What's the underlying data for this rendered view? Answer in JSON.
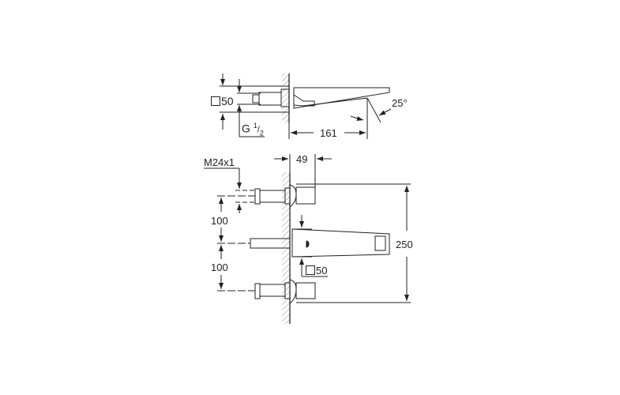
{
  "top_view": {
    "square_size": "50",
    "thread": "G",
    "thread_num": "1",
    "thread_den": "2",
    "projection": "161",
    "angle": "25°"
  },
  "front_view": {
    "thread_label": "M24x1",
    "wall_offset": "49",
    "spacing_upper": "100",
    "spacing_lower": "100",
    "total_height": "250",
    "square_size": "50"
  },
  "colors": {
    "line": "#222222",
    "background": "#ffffff"
  }
}
